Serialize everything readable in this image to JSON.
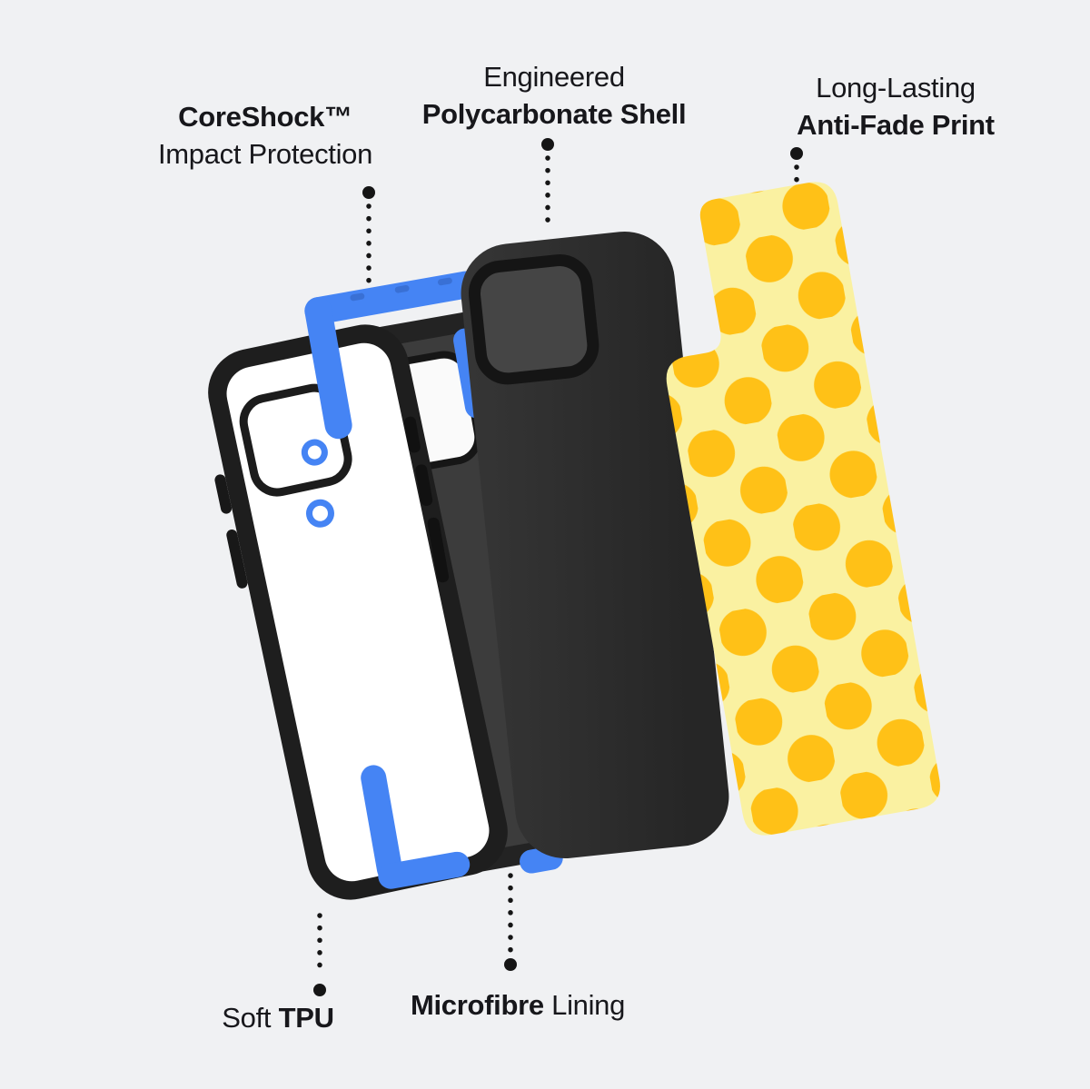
{
  "page": {
    "background_color": "#F0F1F3",
    "description": "Exploded view diagram of a phone case with labeled layers"
  },
  "callouts": {
    "coreshock": {
      "bold": "CoreShock™",
      "regular": "Impact Protection"
    },
    "shell": {
      "regular": "Engineered",
      "bold": "Polycarbonate Shell"
    },
    "print": {
      "regular": "Long-Lasting",
      "bold": "Anti-Fade Print"
    },
    "tpu": {
      "regular": "Soft",
      "bold": "TPU"
    },
    "microfibre": {
      "bold": "Microfibre",
      "regular": "Lining"
    }
  },
  "colors": {
    "text": "#17171B",
    "connector_dot": "#151515",
    "tpu_frame_black": "#1E1E1E",
    "clear_back_white": "#FFFFFF",
    "coreshock_blue": "#4584F4",
    "shell_charcoal": "#2E2E2E",
    "microfibre_gray": "#3C3C3C",
    "print_sheet_yellow": "#FAF1A1",
    "print_dot_yellow": "#FFC117"
  }
}
